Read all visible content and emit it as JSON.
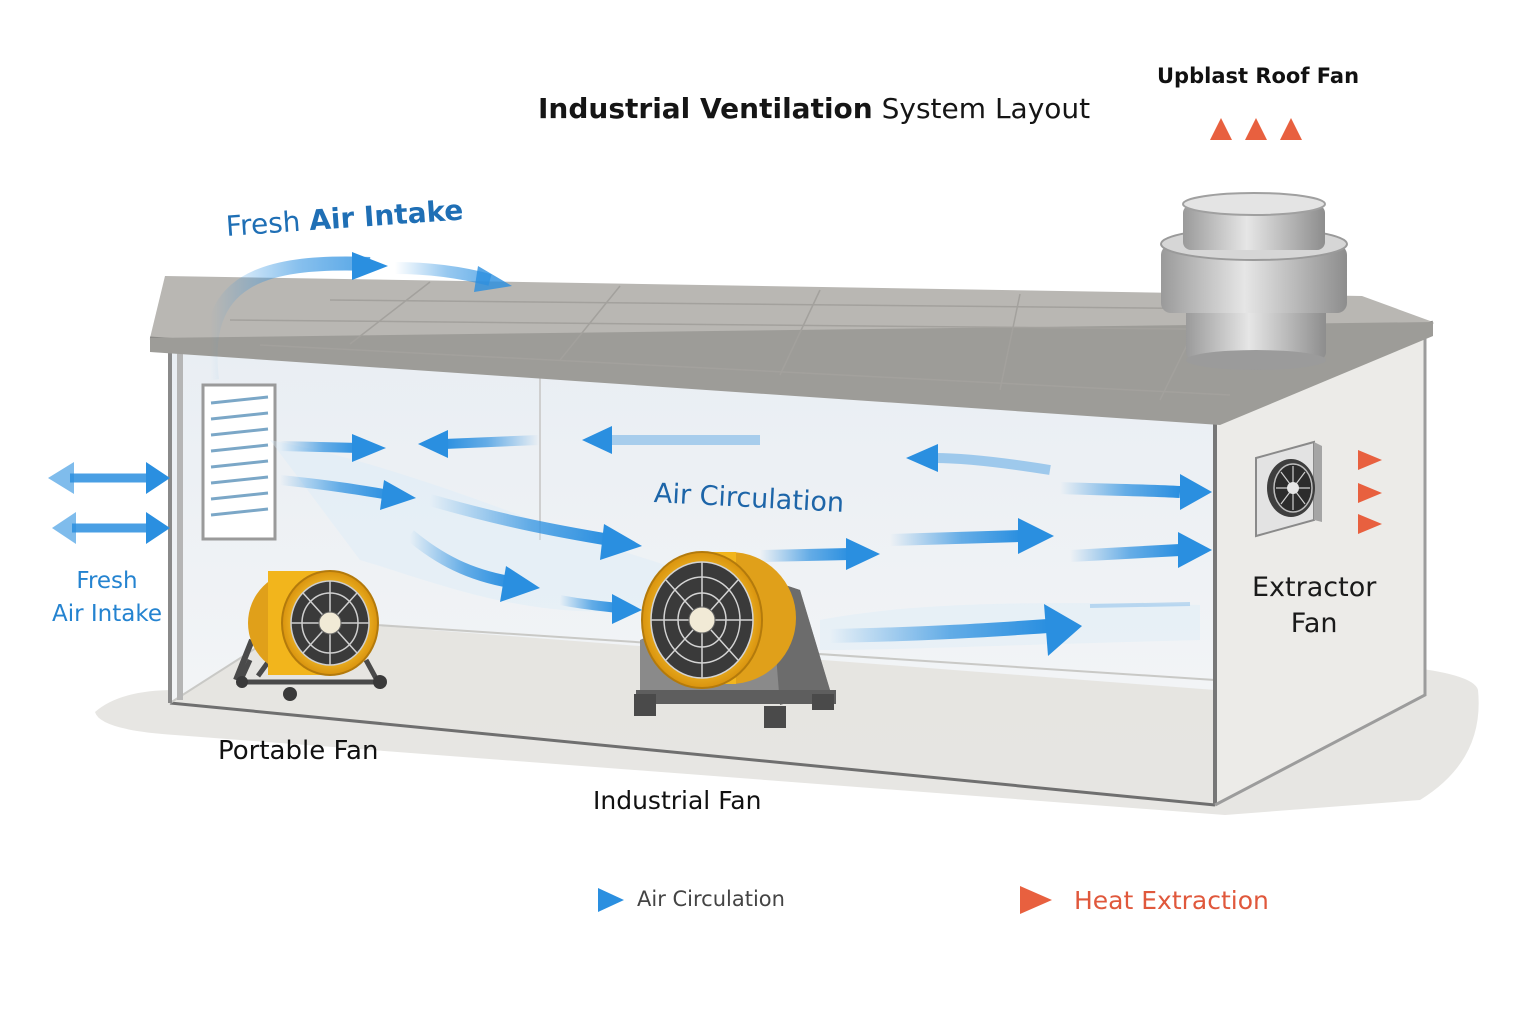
{
  "title": {
    "bold": "Industrial Ventilation",
    "regular": "System Layout"
  },
  "labels": {
    "roof_fan": "Upblast Roof Fan",
    "fresh_air_top_prefix": "Fresh",
    "fresh_air_top_bold": "Air Intake",
    "fresh_air_left_line1": "Fresh",
    "fresh_air_left_line2": "Air Intake",
    "air_circulation": "Air Circulation",
    "extractor_line1": "Extractor",
    "extractor_line2": "Fan",
    "portable_fan": "Portable Fan",
    "industrial_fan": "Industrial Fan"
  },
  "legend": {
    "air": {
      "label": "Air Circulation",
      "color": "#2a8fe0"
    },
    "heat": {
      "label": "Heat Extraction",
      "color": "#e8603f"
    }
  },
  "colors": {
    "air_flow": "#2a8fe0",
    "heat_flow": "#e8603f",
    "fan_yellow": "#f2b51c",
    "roof": "#b8b6b2",
    "wall": "#ecebe8"
  },
  "icons": {
    "intake_louver": "louver-vent-icon",
    "roof_fan": "upblast-roof-fan-icon",
    "extractor_fan": "wall-extractor-fan-icon",
    "portable_fan": "portable-drum-fan-icon",
    "industrial_fan": "industrial-drum-fan-icon"
  }
}
